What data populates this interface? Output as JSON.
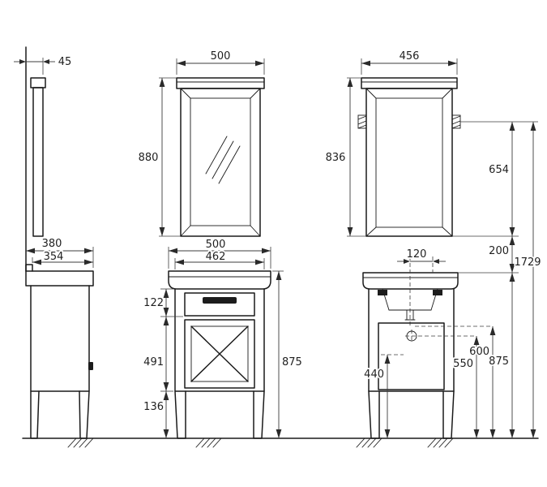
{
  "drawing": {
    "type": "technical-dimension-drawing",
    "views": {
      "side": "mirror and cabinet side elevation",
      "front": "mirror and cabinet front elevation",
      "rear": "cabinet rear elevation with plumbing"
    },
    "colors": {
      "line": "#1a1a1a",
      "dimension": "#3c3c3c",
      "background": "#ffffff"
    },
    "dims": {
      "d45": "45",
      "mirror_width": "500",
      "mirror_height": "880",
      "mirror2_width": "456",
      "mirror2_height": "836",
      "d654": "654",
      "depth_total": "380",
      "depth_body": "354",
      "cabinet_width": "500",
      "cabinet_top_width": "462",
      "drawer_height": "122",
      "door_height": "491",
      "plinth_height": "136",
      "height_front": "875",
      "d120": "120",
      "gap": "200",
      "total_height": "1729",
      "height_rear": "875",
      "d600": "600",
      "d550": "550",
      "d440": "440"
    }
  }
}
